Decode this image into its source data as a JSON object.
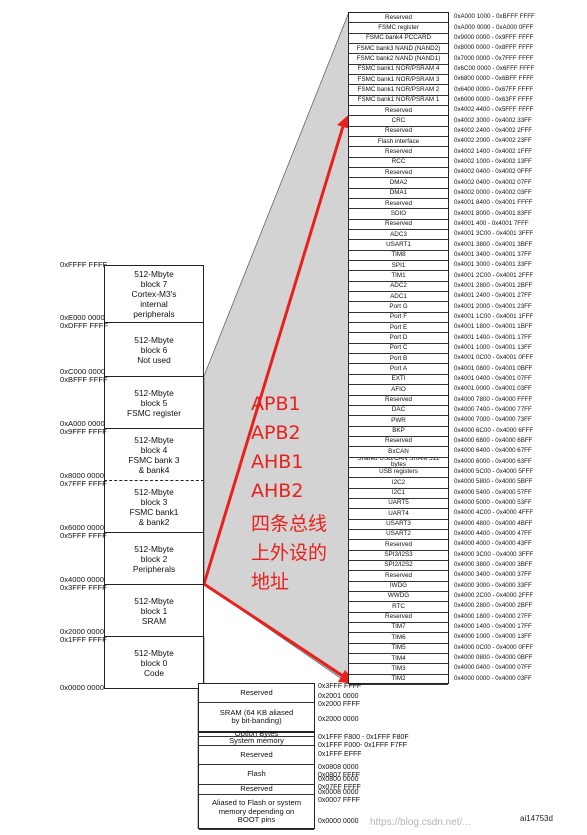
{
  "block_addresses": [
    "0xFFFF FFFF",
    "0xE000 0000\n0xDFFF FFFF",
    "0xC000 0000\n0xBFFF FFFF",
    "0xA000 0000\n0x9FFF FFFF",
    "0x8000 0000\n0x7FFF FFFF",
    "0x6000 0000\n0x5FFF FFFF",
    "0x4000 0000\n0x3FFF FFFF",
    "0x2000 0000\n0x1FFF FFFF",
    "0x0000 0000"
  ],
  "blocks": [
    "512-Mbyte\nblock 7\nCortex-M3's\ninternal\nperipherals",
    "512-Mbyte\nblock 6\nNot used",
    "512-Mbyte\nblock 5\nFSMC register",
    "512-Mbyte\nblock 4\nFSMC bank 3\n& bank4",
    "512-Mbyte\nblock 3\nFSMC bank1\n& bank2",
    "512-Mbyte\nblock 2\nPeripherals",
    "512-Mbyte\nblock 1\nSRAM",
    "512-Mbyte\nblock 0\nCode"
  ],
  "registers": [
    {
      "name": "Reserved",
      "addr": "0xA000 1000 - 0xBFFF FFFF"
    },
    {
      "name": "FSMC register",
      "addr": "0xA000 0000 - 0xA000 0FFF"
    },
    {
      "name": "FSMC bank4 PCCARD",
      "addr": "0x9000 0000 - 0x9FFF FFFF"
    },
    {
      "name": "FSMC bank3 NAND (NAND2)",
      "addr": "0x8000 0000 - 0x8FFF FFFF"
    },
    {
      "name": "FSMC bank2 NAND (NAND1)",
      "addr": "0x7000 0000 - 0x7FFF FFFF"
    },
    {
      "name": "FSMC bank1 NOR/PSRAM 4",
      "addr": "0x6C00 0000 - 0x6FFF FFFF"
    },
    {
      "name": "FSMC bank1 NOR/PSRAM 3",
      "addr": "0x6800 0000 - 0x6BFF FFFF"
    },
    {
      "name": "FSMC bank1 NOR/PSRAM 2",
      "addr": "0x6400 0000 - 0x67FF FFFF"
    },
    {
      "name": "FSMC bank1 NOR/PSRAM 1",
      "addr": "0x6000 0000 - 0x63FF FFFF"
    },
    {
      "name": "Reserved",
      "addr": "0x4002 4400 - 0x5FFF FFFF"
    },
    {
      "name": "CRC",
      "addr": "0x4002 3000 - 0x4002 33FF"
    },
    {
      "name": "Reserved",
      "addr": "0x4002 2400 - 0x4002 2FFF"
    },
    {
      "name": "Flash interface",
      "addr": "0x4002 2000 - 0x4002 23FF"
    },
    {
      "name": "Reserved",
      "addr": "0x4002 1400 - 0x4002 1FFF"
    },
    {
      "name": "RCC",
      "addr": "0x4002 1000 - 0x4002 13FF"
    },
    {
      "name": "Reserved",
      "addr": "0x4002 0400 - 0x4002 0FFF"
    },
    {
      "name": "DMA2",
      "addr": "0x4002 0400 - 0x4002 07FF"
    },
    {
      "name": "DMA1",
      "addr": "0x4002 0000 - 0x4002 03FF"
    },
    {
      "name": "Reserved",
      "addr": "0x4001 8400 - 0x4001 FFFF"
    },
    {
      "name": "SDIO",
      "addr": "0x4001 8000 - 0x4001 83FF"
    },
    {
      "name": "Reserved",
      "addr": "0x4001 400 - 0x4001 7FFF"
    },
    {
      "name": "ADC3",
      "addr": "0x4001 3C00 - 0x4001 3FFF"
    },
    {
      "name": "USART1",
      "addr": "0x4001 3800 - 0x4001 3BFF"
    },
    {
      "name": "TIM8",
      "addr": "0x4001 3400 - 0x4001 37FF"
    },
    {
      "name": "SPI1",
      "addr": "0x4001 3000 - 0x4001 33FF"
    },
    {
      "name": "TIM1",
      "addr": "0x4001 2C00 - 0x4001 2FFF"
    },
    {
      "name": "ADC2",
      "addr": "0x4001 2800 - 0x4001 2BFF"
    },
    {
      "name": "ADC1",
      "addr": "0x4001 2400 - 0x4001 27FF"
    },
    {
      "name": "Port G",
      "addr": "0x4001 2000 - 0x4001 23FF"
    },
    {
      "name": "Port F",
      "addr": "0x4001 1C00 - 0x4001 1FFF"
    },
    {
      "name": "Port E",
      "addr": "0x4001 1800 - 0x4001 1BFF"
    },
    {
      "name": "Port D",
      "addr": "0x4001 1400 - 0x4001 17FF"
    },
    {
      "name": "Port C",
      "addr": "0x4001 1000 - 0x4001 13FF"
    },
    {
      "name": "Port B",
      "addr": "0x4001 0C00 - 0x4001 0FFF"
    },
    {
      "name": "Port A",
      "addr": "0x4001 0800 - 0x4001 0BFF"
    },
    {
      "name": "EXTI",
      "addr": "0x4001 0400 - 0x4001 07FF"
    },
    {
      "name": "AFIO",
      "addr": "0x4001 0000 - 0x4001 03FF"
    },
    {
      "name": "Reserved",
      "addr": "0x4000 7800 - 0x4000 FFFF"
    },
    {
      "name": "DAC",
      "addr": "0x4000 7400 - 0x4000 77FF"
    },
    {
      "name": "PWR",
      "addr": "0x4000 7000 - 0x4000 73FF"
    },
    {
      "name": "BKP",
      "addr": "0x4000 6C00 - 0x4000 6FFF"
    },
    {
      "name": "Reserved",
      "addr": "0x4000 6800 - 0x4000 6BFF"
    },
    {
      "name": "BxCAN",
      "addr": "0x4000 6400 - 0x4000 67FF"
    },
    {
      "name": "Shared USB/CAN SRAM 512 bytes",
      "addr": "0x4000 6000 - 0x4000 63FF"
    },
    {
      "name": "USB registers",
      "addr": "0x4000 5C00 - 0x4000 5FFF"
    },
    {
      "name": "I2C2",
      "addr": "0x4000 5800 - 0x4000 5BFF"
    },
    {
      "name": "I2C1",
      "addr": "0x4000 5400 - 0x4000 57FF"
    },
    {
      "name": "UART5",
      "addr": "0x4000 5000 - 0x4000 53FF"
    },
    {
      "name": "UART4",
      "addr": "0x4000 4C00 - 0x4000 4FFF"
    },
    {
      "name": "USART3",
      "addr": "0x4000 4800 - 0x4000 4BFF"
    },
    {
      "name": "USART2",
      "addr": "0x4000 4400 - 0x4000 47FF"
    },
    {
      "name": "Reserved",
      "addr": "0x4000 4000 - 0x4000 43FF"
    },
    {
      "name": "SPI3/I2S3",
      "addr": "0x4000 3C00 - 0x4000 3FFF"
    },
    {
      "name": "SPI2/I2S2",
      "addr": "0x4000 3800 - 0x4000 3BFF"
    },
    {
      "name": "Reserved",
      "addr": "0x4000 3400 - 0x4000 37FF"
    },
    {
      "name": "IWDG",
      "addr": "0x4000 3000 - 0x4000 33FF"
    },
    {
      "name": "WWDG",
      "addr": "0x4000 2C00 - 0x4000 2FFF"
    },
    {
      "name": "RTC",
      "addr": "0x4000 2800 - 0x4000 2BFF"
    },
    {
      "name": "Reserved",
      "addr": "0x4000 1800 - 0x4000 27FF"
    },
    {
      "name": "TIM7",
      "addr": "0x4000 1400 - 0x4000 17FF"
    },
    {
      "name": "TIM6",
      "addr": "0x4000 1000 - 0x4000 13FF"
    },
    {
      "name": "TIM5",
      "addr": "0x4000 0C00 - 0x4000 0FFF"
    },
    {
      "name": "TIM4",
      "addr": "0x4000 0800 - 0x4000 0BFF"
    },
    {
      "name": "TIM3",
      "addr": "0x4000 0400 - 0x4000 07FF"
    },
    {
      "name": "TIM2",
      "addr": "0x4000 0000 - 0x4000 03FF"
    }
  ],
  "memory_regions": [
    {
      "name": "Reserved"
    },
    {
      "name": "SRAM (64 KB aliased\nby bit-banding)"
    },
    {
      "name": "Option Bytes"
    },
    {
      "name": "System memory"
    },
    {
      "name": "Reserved"
    },
    {
      "name": "Flash"
    },
    {
      "name": "Reserved"
    },
    {
      "name": "Aliased to Flash or system\nmemory depending on\nBOOT pins"
    }
  ],
  "memory_addresses": [
    "0x3FFF FFFF",
    "0x2001 0000\n0x2000 FFFF",
    "0x2000 0000",
    "0x1FFF F800 - 0x1FFF F80F",
    "0x1FFF F000- 0x1FFF F7FF",
    "0x1FFF EFFF",
    "0x0808 0000\n0x0807 FFFF",
    "0x0800 0000\n0x07FF FFFF",
    "0x0008 0000\n0x0007 FFFF",
    "0x0000 0000"
  ],
  "annotation_lines": [
    "APB1",
    "APB2",
    "AHB1",
    "AHB2",
    "四条总线",
    "上外设的",
    "地址"
  ],
  "figure_id": "ai14753d",
  "watermark": "https://blog.csdn.net/...",
  "colors": {
    "arrow": "#e8211c",
    "shade": "#cccccc",
    "annotation": "#e8211c"
  }
}
